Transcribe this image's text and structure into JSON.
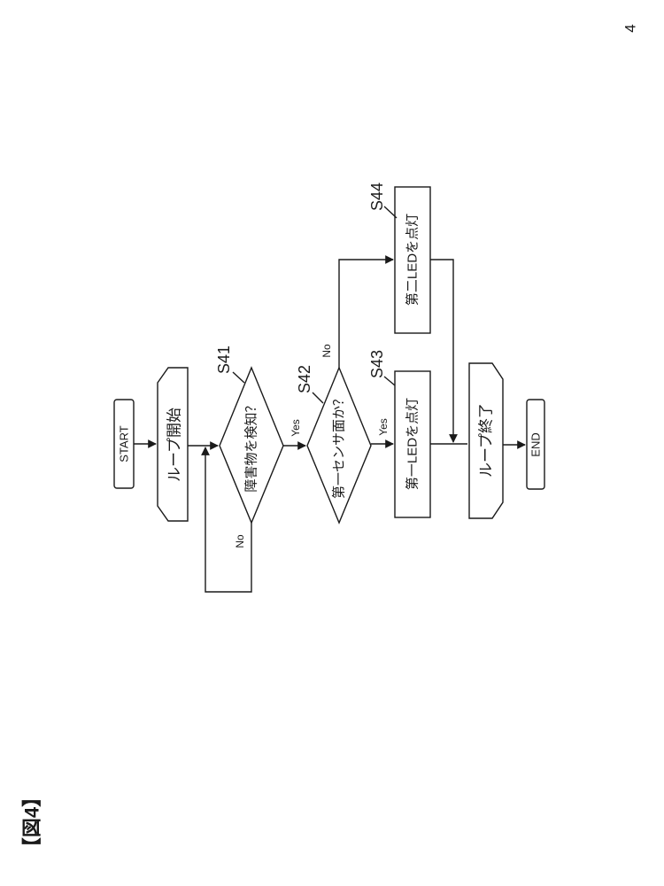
{
  "page_number": "4",
  "figure_label": "【図4】",
  "nodes": {
    "start": "START",
    "loop_start": "ループ開始",
    "decision_obstacle": "障害物を検知？",
    "decision_sensor": "第一センサ面か？",
    "led1": "第一LEDを点灯",
    "led2": "第二LEDを点灯",
    "loop_end": "ループ終了",
    "end": "END"
  },
  "step_labels": {
    "s41": "S41",
    "s42": "S42",
    "s43": "S43",
    "s44": "S44"
  },
  "branch_labels": {
    "obstacle_no": "No",
    "obstacle_yes": "Yes",
    "sensor_no": "No",
    "sensor_yes": "Yes"
  }
}
